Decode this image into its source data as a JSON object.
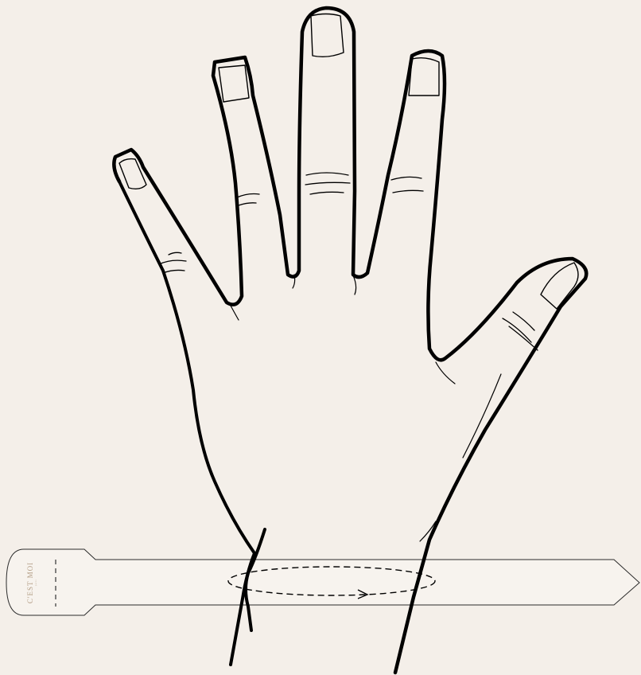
{
  "brand": {
    "name": "C'EST MOI",
    "subline": "paris"
  },
  "colors": {
    "background": "#f4efe9",
    "line": "#000000",
    "strap_fill": "#f7f3ee",
    "brand_text": "#b29c84"
  },
  "icons": {
    "hand": "hand-outline-illustration",
    "strap": "sizing-strap-illustration",
    "arrow": "measure-direction-arrow"
  }
}
